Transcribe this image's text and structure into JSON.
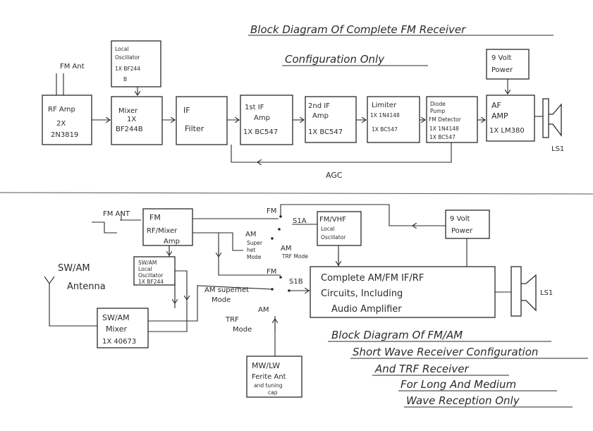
{
  "top": {
    "title_line1": "Block Diagram Of Complete FM Receiver",
    "title_line2": "Configuration Only",
    "antenna_label": "FM Ant",
    "agc_label": "AGC",
    "speaker_label": "LS1",
    "blocks": {
      "rf_amp": [
        "RF Amp",
        "2X",
        "2N3819"
      ],
      "lo": [
        "Local",
        "Oscillator",
        "1X BF244",
        "B"
      ],
      "mixer": [
        "Mixer",
        "1X",
        "BF244B"
      ],
      "if_filter": [
        "IF",
        "Filter"
      ],
      "if1": [
        "1st IF",
        "Amp",
        "1X BC547"
      ],
      "if2": [
        "2nd IF",
        "Amp",
        "1X BC547"
      ],
      "limiter": [
        "Limiter",
        "1X 1N4148",
        "1X BC547"
      ],
      "detector": [
        "Diode",
        "Pump",
        "FM Detector",
        "1X 1N4148",
        "1X BC547"
      ],
      "af_amp": [
        "AF",
        "AMP",
        "1X LM380"
      ],
      "power": [
        "9 Volt",
        "Power"
      ]
    }
  },
  "bottom": {
    "fm_ant_label": "FM ANT",
    "sw_antenna": [
      "SW/AM",
      "Antenna"
    ],
    "speaker_label": "LS1",
    "switch_labels": {
      "fm_top": "FM",
      "s1a": "S1A",
      "am_superhet": [
        "AM",
        "Super",
        "het",
        "Mode"
      ],
      "am_trf": [
        "AM",
        "TRF Mode"
      ],
      "fm_mid": "FM",
      "s1b": "S1B",
      "am_superhet_mode": [
        "AM superhet",
        "Mode"
      ],
      "am_low": "AM",
      "trf_mode": [
        "TRF",
        "Mode"
      ]
    },
    "blocks": {
      "fm_rf_mixer": [
        "FM",
        "RF/Mixer",
        "Amp"
      ],
      "fm_vhf_lo": [
        "FM/VHF",
        "Local",
        "Oscillator"
      ],
      "power": [
        "9 Volt",
        "Power"
      ],
      "sw_lo": [
        "SW/AM",
        "Local",
        "Oscillator",
        "1X BF244"
      ],
      "if_rf": [
        "Complete AM/FM IF/RF",
        "Circuits, Including",
        "Audio Amplifier"
      ],
      "sw_mixer": [
        "SW/AM",
        "Mixer",
        "1X 40673"
      ],
      "mw_lw": [
        "MW/LW",
        "Ferite Ant",
        "and tuning",
        "cap"
      ]
    },
    "caption": [
      "Block Diagram Of FM/AM",
      "Short Wave Receiver Configuration",
      "And TRF Receiver",
      "For Long And Medium",
      "Wave Reception Only"
    ]
  },
  "colors": {
    "ink": "#2a2a2a",
    "paper": "#ffffff"
  }
}
